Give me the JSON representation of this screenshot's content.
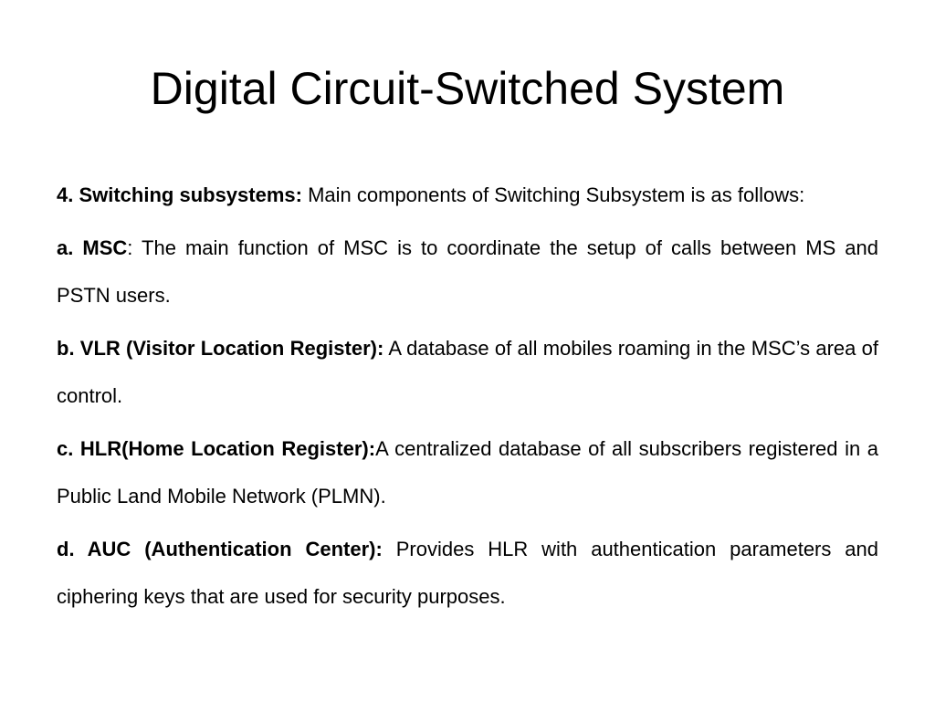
{
  "slide": {
    "title": "Digital Circuit-Switched System",
    "paragraphs": [
      {
        "bold": "4. Switching subsystems:",
        "text": " Main components of Switching Subsystem is as follows:"
      },
      {
        "bold": "a. MSC",
        "text": ": The main function of MSC is to coordinate the setup of calls between MS and PSTN users."
      },
      {
        "bold": "b. VLR (Visitor Location Register):",
        "text": " A database of all mobiles roaming in the MSC’s area of control."
      },
      {
        "bold": "c. HLR(Home Location Register):",
        "text": "A centralized database of all subscribers registered in a Public Land Mobile Network (PLMN)."
      },
      {
        "bold": "d. AUC (Authentication Center):",
        "text": " Provides HLR with authentication parameters and ciphering keys that are used for security purposes."
      }
    ]
  }
}
